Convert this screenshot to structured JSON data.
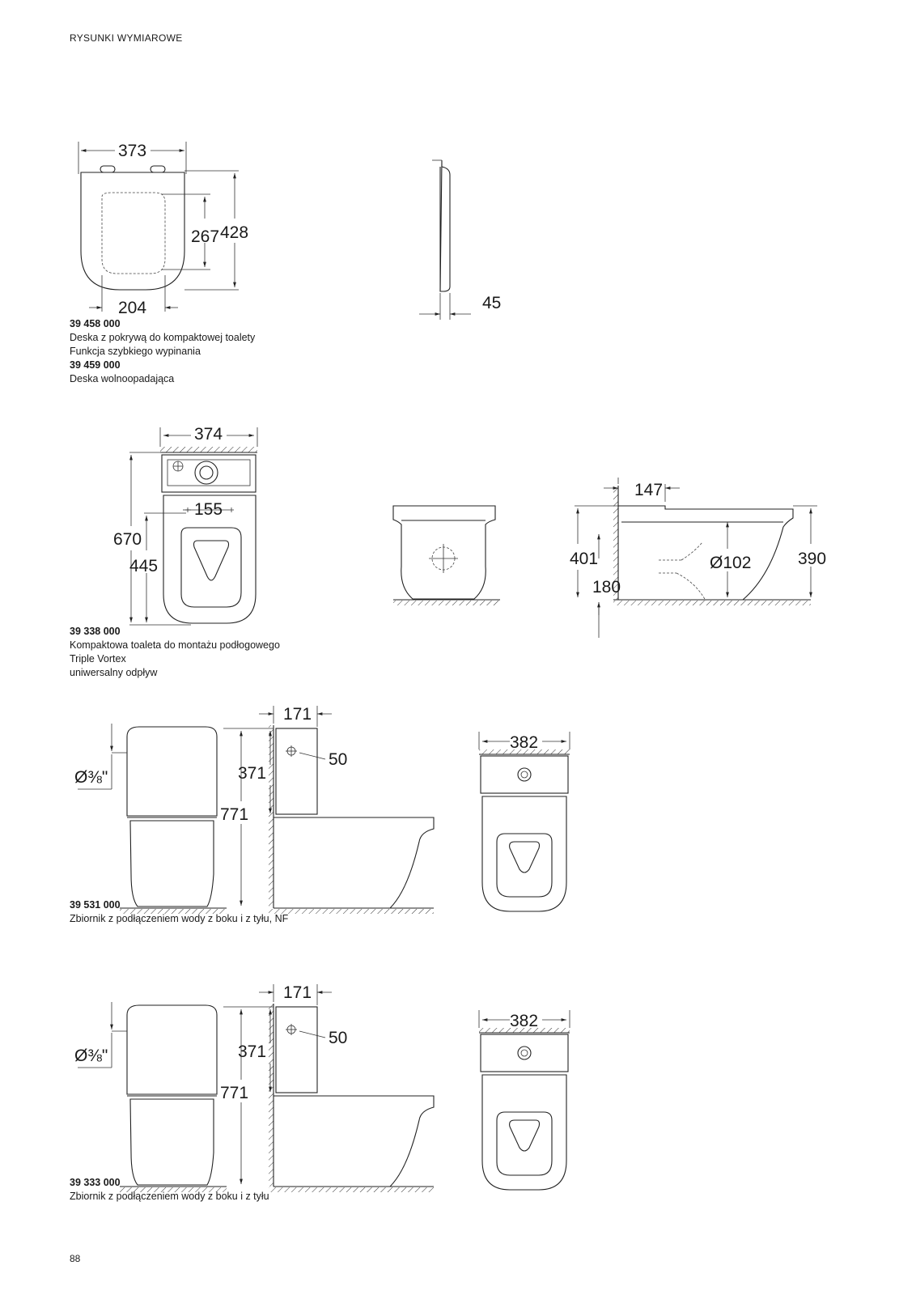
{
  "header": {
    "title": "RYSUNKI WYMIAROWE"
  },
  "page_number": "88",
  "sections": [
    {
      "lines": [
        {
          "text": "39 458 000",
          "bold": true
        },
        {
          "text": "Deska z pokrywą do kompaktowej toalety",
          "bold": false
        },
        {
          "text": "Funkcja szybkiego wypinania",
          "bold": false
        },
        {
          "text": "39 459 000",
          "bold": true
        },
        {
          "text": "Deska wolnoopadająca",
          "bold": false
        }
      ],
      "dims": [
        "373",
        "267",
        "428",
        "204",
        "45"
      ]
    },
    {
      "lines": [
        {
          "text": "39 338 000",
          "bold": true
        },
        {
          "text": "Kompaktowa toaleta do montażu podłogowego",
          "bold": false
        },
        {
          "text": "Triple Vortex",
          "bold": false
        },
        {
          "text": "uniwersalny odpływ",
          "bold": false
        }
      ],
      "dims": [
        "374",
        "155",
        "670",
        "445",
        "147",
        "401",
        "180",
        "Ø102",
        "390"
      ]
    },
    {
      "lines": [
        {
          "text": "39 531 000",
          "bold": true
        },
        {
          "text": "Zbiornik z podłączeniem wody z boku i z tyłu, NF",
          "bold": false
        }
      ],
      "dims": [
        "Ø⅜\"",
        "171",
        "50",
        "371",
        "771",
        "382"
      ]
    },
    {
      "lines": [
        {
          "text": "39 333 000",
          "bold": true
        },
        {
          "text": "Zbiornik z podłączeniem wody z boku i z tyłu",
          "bold": false
        }
      ],
      "dims": [
        "Ø⅜\"",
        "171",
        "50",
        "371",
        "771",
        "382"
      ]
    }
  ]
}
